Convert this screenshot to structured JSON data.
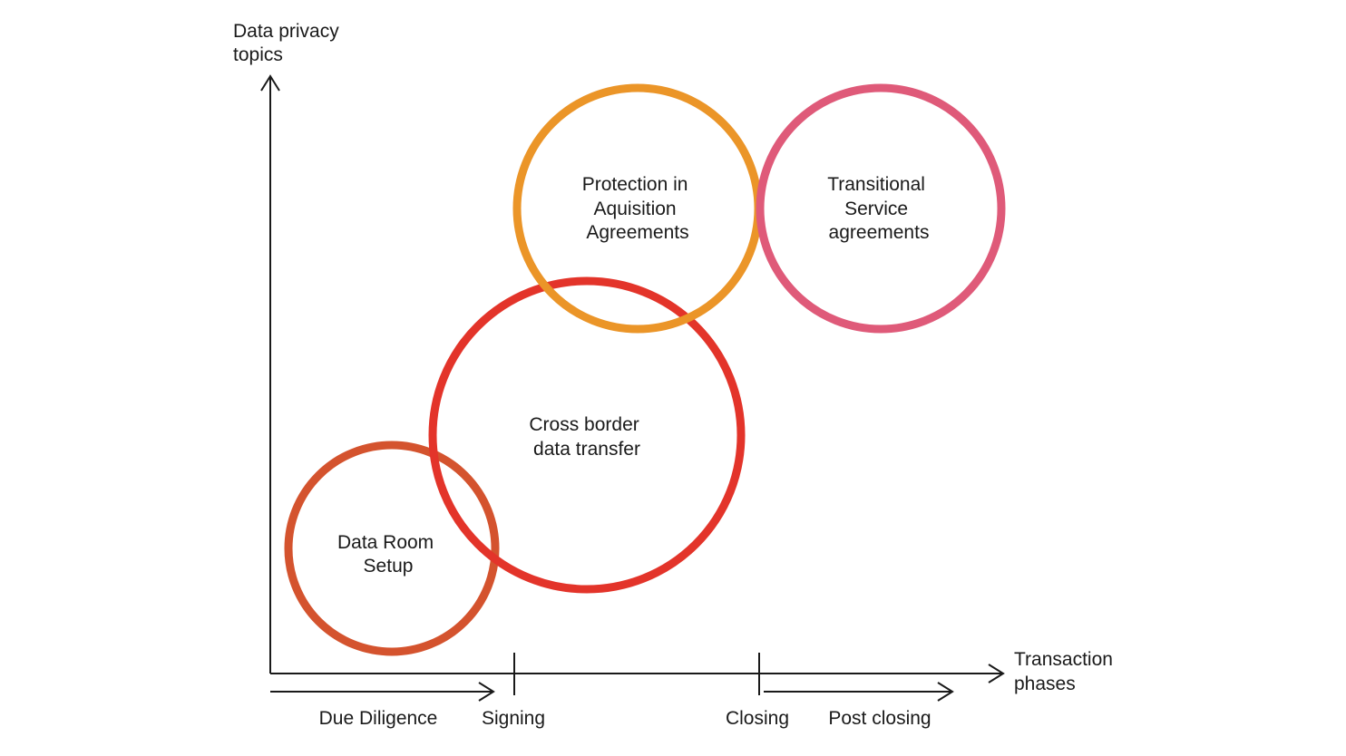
{
  "y_axis": {
    "label_lines": [
      "Data privacy",
      "topics"
    ]
  },
  "x_axis": {
    "label_lines": [
      "Transaction",
      "phases"
    ]
  },
  "phases": {
    "due_diligence": "Due Diligence",
    "signing": "Signing",
    "closing": "Closing",
    "post_closing": "Post closing"
  },
  "topics": [
    {
      "id": "data-room-setup",
      "lines": [
        "Data Room",
        "Setup"
      ],
      "color": "#d4532e"
    },
    {
      "id": "cross-border-data-transfer",
      "lines": [
        "Cross border",
        "data transfer"
      ],
      "color": "#e3342a"
    },
    {
      "id": "protection-in-acquisition-agreements",
      "lines": [
        "Protection in",
        "Aquisition",
        "Agreements"
      ],
      "color": "#eb9528"
    },
    {
      "id": "transitional-service-agreements",
      "lines": [
        "Transitional",
        "Service",
        "agreements"
      ],
      "color": "#df5a79"
    }
  ]
}
